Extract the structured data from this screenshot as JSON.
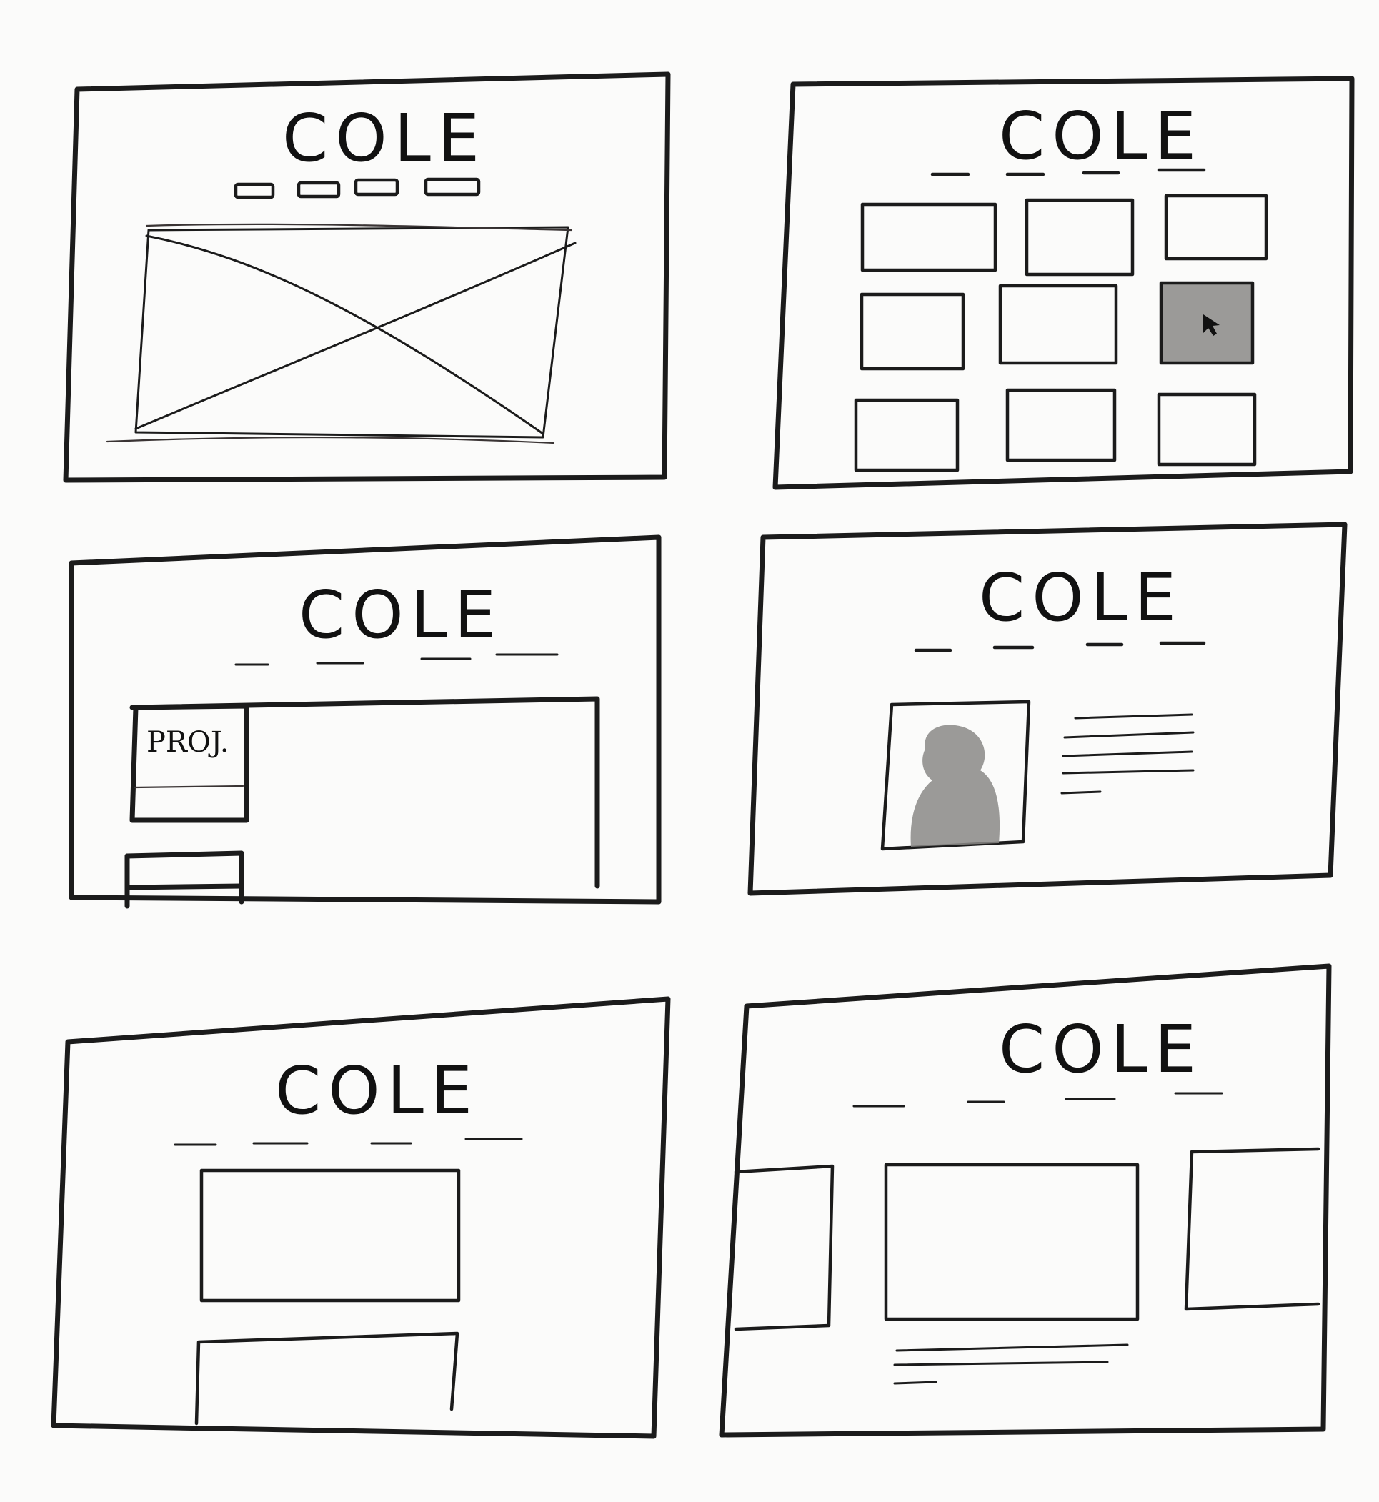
{
  "title": "COLE",
  "project_label": "PROJ.",
  "colors": {
    "ink": "#1b1b1b",
    "paper": "#fbfbfa",
    "shade": "#8a8886"
  },
  "frames": [
    {
      "name": "home-hero-wireframe",
      "nav_items": 4
    },
    {
      "name": "project-grid-wireframe",
      "nav_items": 4,
      "grid": "3x3",
      "hovered_tile": 6
    },
    {
      "name": "project-detail-wireframe",
      "nav_items": 4
    },
    {
      "name": "about-wireframe",
      "nav_items": 4
    },
    {
      "name": "stacked-cards-wireframe",
      "nav_items": 4
    },
    {
      "name": "carousel-wireframe",
      "nav_items": 4
    }
  ]
}
